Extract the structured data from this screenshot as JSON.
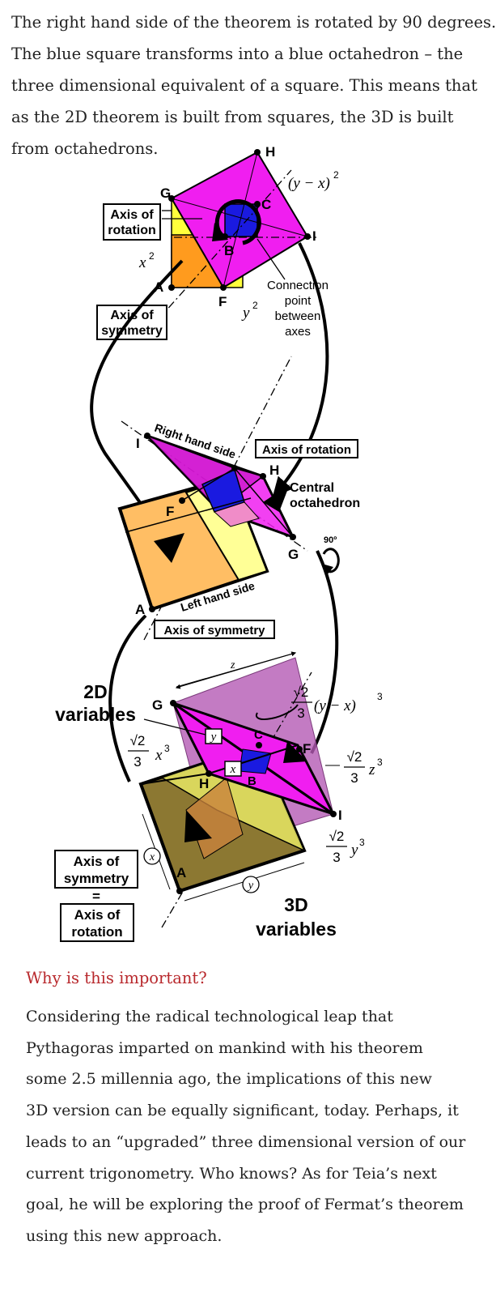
{
  "intro": {
    "lines": [
      "The right hand side of the theorem is rotated by 90 degrees.",
      "The blue square transforms into a blue octahedron – the",
      "three dimensional equivalent of a square. This means that",
      "as the 2D theorem is built from squares, the 3D is built",
      "from octahedrons."
    ]
  },
  "diagram": {
    "points": {
      "A": "A",
      "B": "B",
      "C": "C",
      "F": "F",
      "G": "G",
      "H": "H",
      "I": "I"
    },
    "labels": {
      "axis_of_rotation_1": "Axis of",
      "axis_of_rotation_2": "rotation",
      "axis_of_symmetry_1": "Axis of",
      "axis_of_symmetry_2": "symmetry",
      "connection_1": "Connection",
      "connection_2": "point",
      "connection_3": "between",
      "connection_4": "axes",
      "right_hand_side": "Right hand side",
      "axis_of_rotation_inline": "Axis of rotation",
      "central_1": "Central",
      "central_2": "octahedron",
      "degrees": "90º",
      "left_hand_side": "Left hand side",
      "axis_of_symmetry_inline": "Axis of symmetry",
      "vars2d_1": "2D",
      "vars2d_2": "variables",
      "vars3d_1": "3D",
      "vars3d_2": "variables",
      "bottom_sym_1": "Axis of",
      "bottom_sym_2": "symmetry",
      "equals": "=",
      "bottom_rot_1": "Axis of",
      "bottom_rot_2": "rotation"
    },
    "math": {
      "x2": "x",
      "y2": "y",
      "yx2": "(y − x)",
      "sqrt2": "√2",
      "three": "3",
      "x3": "x",
      "y3": "y",
      "z3": "z",
      "yx3": "(y − x)",
      "exp2": "2",
      "exp3": "3",
      "z": "z",
      "var_x": "x",
      "var_y": "y"
    },
    "colors": {
      "magenta": "#f01ef0",
      "blue": "#1a1ae0",
      "orange": "#ff9b1e",
      "yellow": "#ffff3c",
      "light_orange": "#ffbe64",
      "pale_yellow": "#ffff96",
      "violet": "#b45ab4",
      "olive": "#8c7832"
    }
  },
  "section": {
    "heading": "Why is this important?",
    "lines": [
      "Considering the radical technological leap that",
      "Pythagoras imparted on mankind with his theorem",
      "some 2.5 millennia ago, the implications of this new",
      "3D version can be equally significant, today. Perhaps, it",
      "leads to an “upgraded” three dimensional version of our",
      "current trigonometry. Who knows? As for Teia’s next",
      "goal, he will be exploring the proof of Fermat’s theorem",
      "using this new approach."
    ]
  }
}
